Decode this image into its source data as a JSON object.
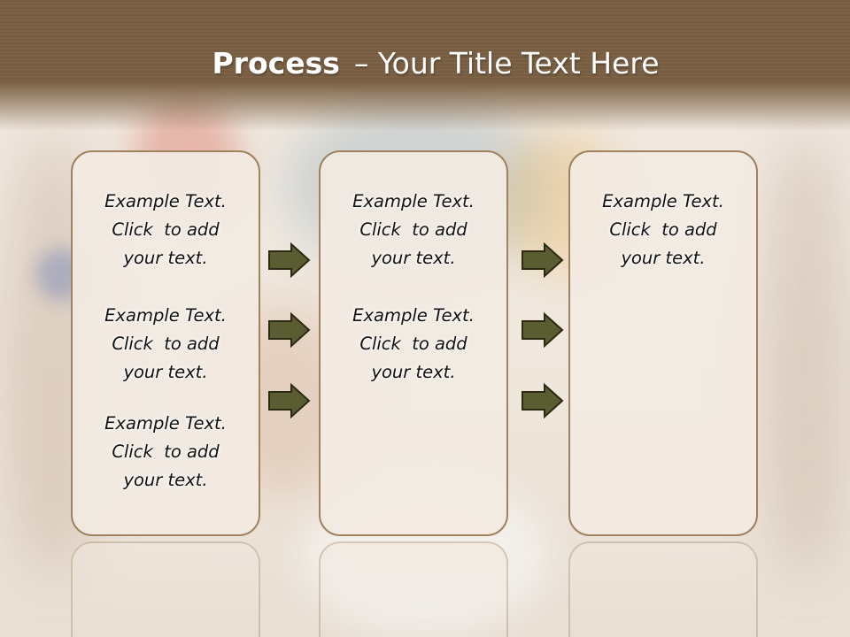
{
  "title": {
    "bold": "Process",
    "rest": "– Your Title Text Here"
  },
  "columns": [
    {
      "items": [
        "Example Text.\nClick  to add\nyour text.",
        "Example Text.\nClick  to add\nyour text.",
        "Example Text.\nClick  to add\nyour text."
      ]
    },
    {
      "items": [
        "Example Text.\nClick  to add\nyour text.",
        "Example Text.\nClick  to add\nyour text."
      ]
    },
    {
      "items": [
        "Example Text.\nClick  to add\nyour text."
      ]
    }
  ],
  "colors": {
    "header": "#7a5f42",
    "box_border": "#a0825f",
    "arrow_fill": "#5a5c32",
    "arrow_stroke": "#2c2a12"
  }
}
